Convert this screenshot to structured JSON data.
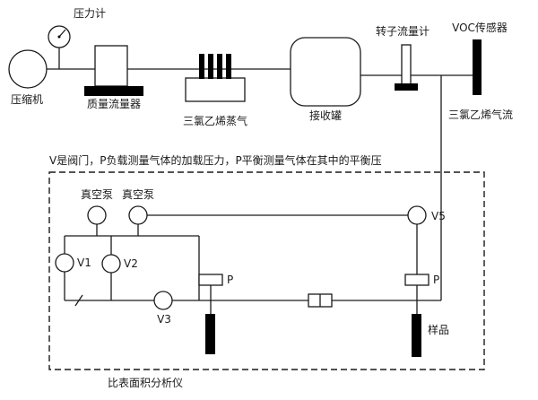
{
  "colors": {
    "line": "#1a1a1a",
    "black_fill": "#000000",
    "background": "#ffffff"
  },
  "top": {
    "pressure_gauge": "压力计",
    "compressor": "压缩机",
    "mass_flow": "质量流量器",
    "tce_vapor": "三氯乙烯蒸气",
    "receiving_tank": "接收罐",
    "rotameter": "转子流量计",
    "voc_sensor": "VOC传感器",
    "tce_stream": "三氯乙烯气流"
  },
  "analyzer": {
    "note": "V是阀门，P负载测量气体的加载压力，P平衡测量气体在其中的平衡压",
    "box_label": "比表面积分析仪",
    "pump1": "真空泵",
    "pump2": "真空泵",
    "v1": "V1",
    "v2": "V2",
    "v3": "V3",
    "v5": "V5",
    "p_left": "P",
    "p_right": "P",
    "sample": "样品"
  }
}
